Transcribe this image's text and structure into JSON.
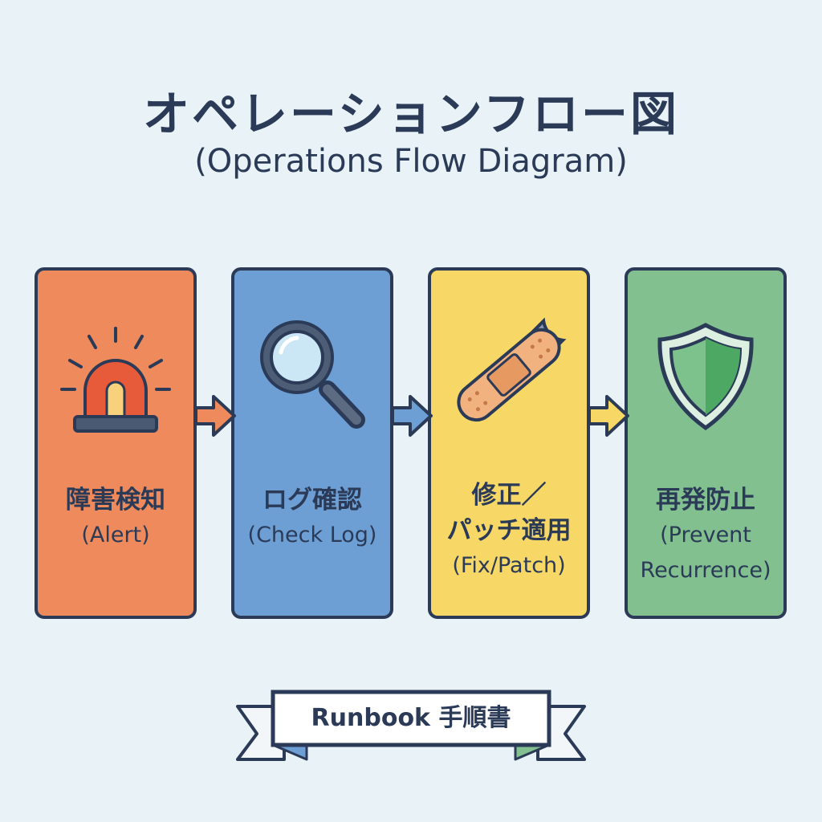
{
  "title": {
    "japanese": "オペレーションフロー図",
    "english": "(Operations Flow Diagram)"
  },
  "steps": [
    {
      "label_ja": "障害検知",
      "label_en": "(Alert)",
      "icon": "alarm-light-icon",
      "color": "#ee8a5b"
    },
    {
      "label_ja": "ログ確認",
      "label_en": "(Check Log)",
      "icon": "magnifier-icon",
      "color": "#6d9fd4"
    },
    {
      "label_ja": "修正／",
      "label_ja_2": "パッチ適用",
      "label_en": "(Fix/Patch)",
      "icon": "wrench-bandage-icon",
      "color": "#f7d867"
    },
    {
      "label_ja": "再発防止",
      "label_en": "(Prevent",
      "label_en_2": "Recurrence)",
      "icon": "shield-icon",
      "color": "#83c08f"
    }
  ],
  "banner": {
    "label": "Runbook 手順書"
  },
  "colors": {
    "background": "#e9f2f6",
    "outline": "#2a3a57",
    "arrow": "#ee8a5b"
  }
}
